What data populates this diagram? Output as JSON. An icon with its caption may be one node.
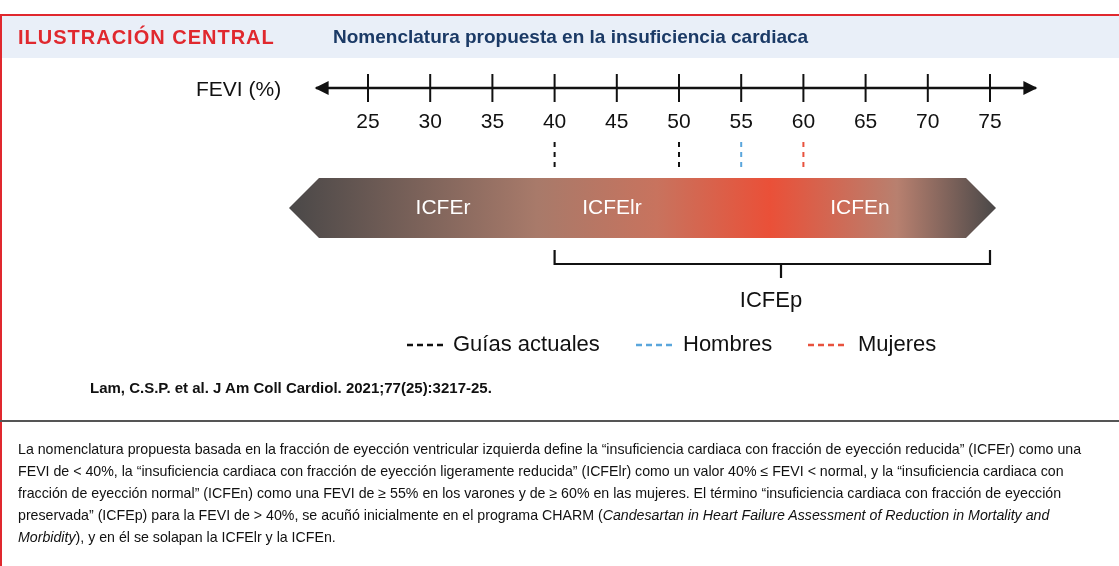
{
  "diagram": {
    "title": "Nomenclatura propuesta en la insuficiencia cardiaca",
    "caption": "La nomenclatura propuesta basada en la fracción de eyección ventricular izquierda define la “insuficiencia cardiaca con fracción de eyección reducida” (ICFEr) como una FEVI de < 40%, la “insuficiencia cardiaca con fracción de eyección ligeramente reducida” (ICFElr) como un valor 40% ≤ FEVI < normal, y la “insuficiencia cardiaca con fracción de eyección normal” (ICFEn) como una FEVI de ≥ 55% en los varones y de ≥ 60% en las mujeres. El término “insuficiencia cardiaca con fracción de eyección preservada” (ICFEp) para la FEVI de > 40%, se acuñó inicialmente en el programa CHARM (*Candesartan in Heart Failure Assessment of Reduction in Mortality and Morbidity*), y en él se solapan la ICFElr y la ICFEn.",
    "nodes": [
      {
        "text": [
          "ICFEr",
          "ICFElr",
          "ICFEn"
        ]
      }
    ],
    "edges": [],
    "labels": [
      "ILUSTRACIÓN CENTRAL",
      "FEVI (%)",
      "25",
      "30",
      "35",
      "40",
      "45",
      "50",
      "55",
      "60",
      "65",
      "70",
      "75",
      "ICFEp",
      "Lam, C.S.P. et al. J Am Coll Cardiol. 2021;77(25):3217-25."
    ],
    "legend": [
      {
        "text": "Guías actuales"
      },
      {
        "text": "Hombres"
      },
      {
        "text": "Mujeres"
      }
    ]
  }
}
